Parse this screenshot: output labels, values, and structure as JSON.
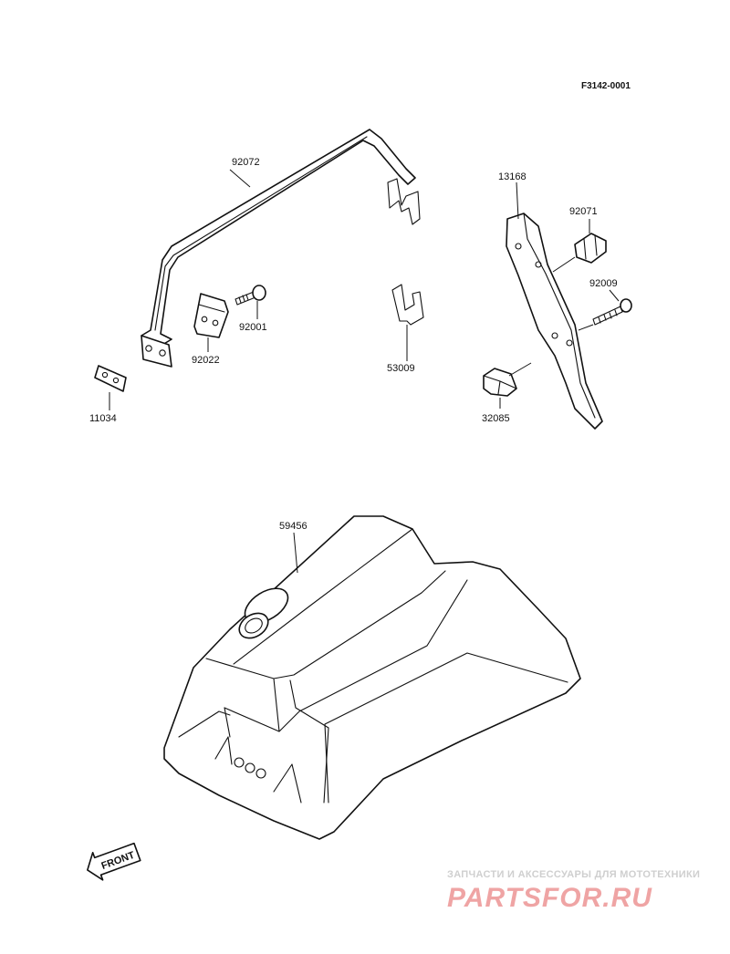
{
  "diagram": {
    "ref_code": "F3142-0001",
    "parts": [
      {
        "id": "p92072",
        "number": "92072"
      },
      {
        "id": "p13168",
        "number": "13168"
      },
      {
        "id": "p92071",
        "number": "92071"
      },
      {
        "id": "p92009",
        "number": "92009"
      },
      {
        "id": "p92001",
        "number": "92001"
      },
      {
        "id": "p92022",
        "number": "92022"
      },
      {
        "id": "p53009",
        "number": "53009"
      },
      {
        "id": "p11034",
        "number": "11034"
      },
      {
        "id": "p32085",
        "number": "32085"
      },
      {
        "id": "p59456",
        "number": "59456"
      }
    ],
    "front_label": "FRONT"
  },
  "watermark": {
    "subtitle": "ЗАПЧАСТИ И АКСЕССУАРЫ ДЛЯ МОТОТЕХНИКИ",
    "logo": "PARTSFOR.RU",
    "color": "#e25a5a"
  }
}
